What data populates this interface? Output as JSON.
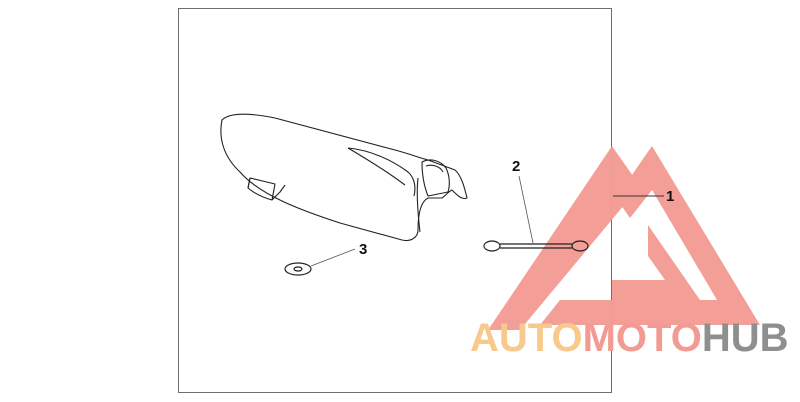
{
  "diagram": {
    "type": "exploded parts diagram",
    "subject": "motorcycle seat cowl kit",
    "callouts": [
      {
        "id": "1",
        "label": "1",
        "part": "seat cowl"
      },
      {
        "id": "2",
        "label": "2",
        "part": "cable tie / clip"
      },
      {
        "id": "3",
        "label": "3",
        "part": "washer"
      }
    ]
  },
  "watermark": {
    "text_parts": [
      "AUTO",
      "MOTO",
      "HUB"
    ],
    "colors": {
      "auto": "#f7c98a",
      "moto": "#f39a92",
      "hub": "#8f8f8f",
      "logo_triangle": "#f39a92"
    }
  },
  "colors": {
    "frame": "#6e6e6e",
    "linework": "#222222",
    "background": "#ffffff"
  }
}
